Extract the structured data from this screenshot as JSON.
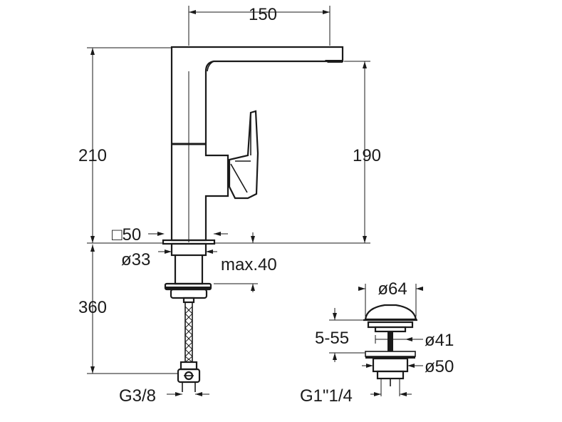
{
  "dimensions": {
    "spout_reach": "150",
    "overall_height": "210",
    "spout_height": "190",
    "base_square": "□50",
    "shank_diameter": "ø33",
    "max_deck_thickness": "max.40",
    "hose_length": "360",
    "hose_thread": "G3/8",
    "waste_head_diameter": "ø64",
    "waste_range": "5-55",
    "waste_hole_diameter": "ø41",
    "waste_body_diameter": "ø50",
    "waste_thread": "G1\"1/4"
  }
}
